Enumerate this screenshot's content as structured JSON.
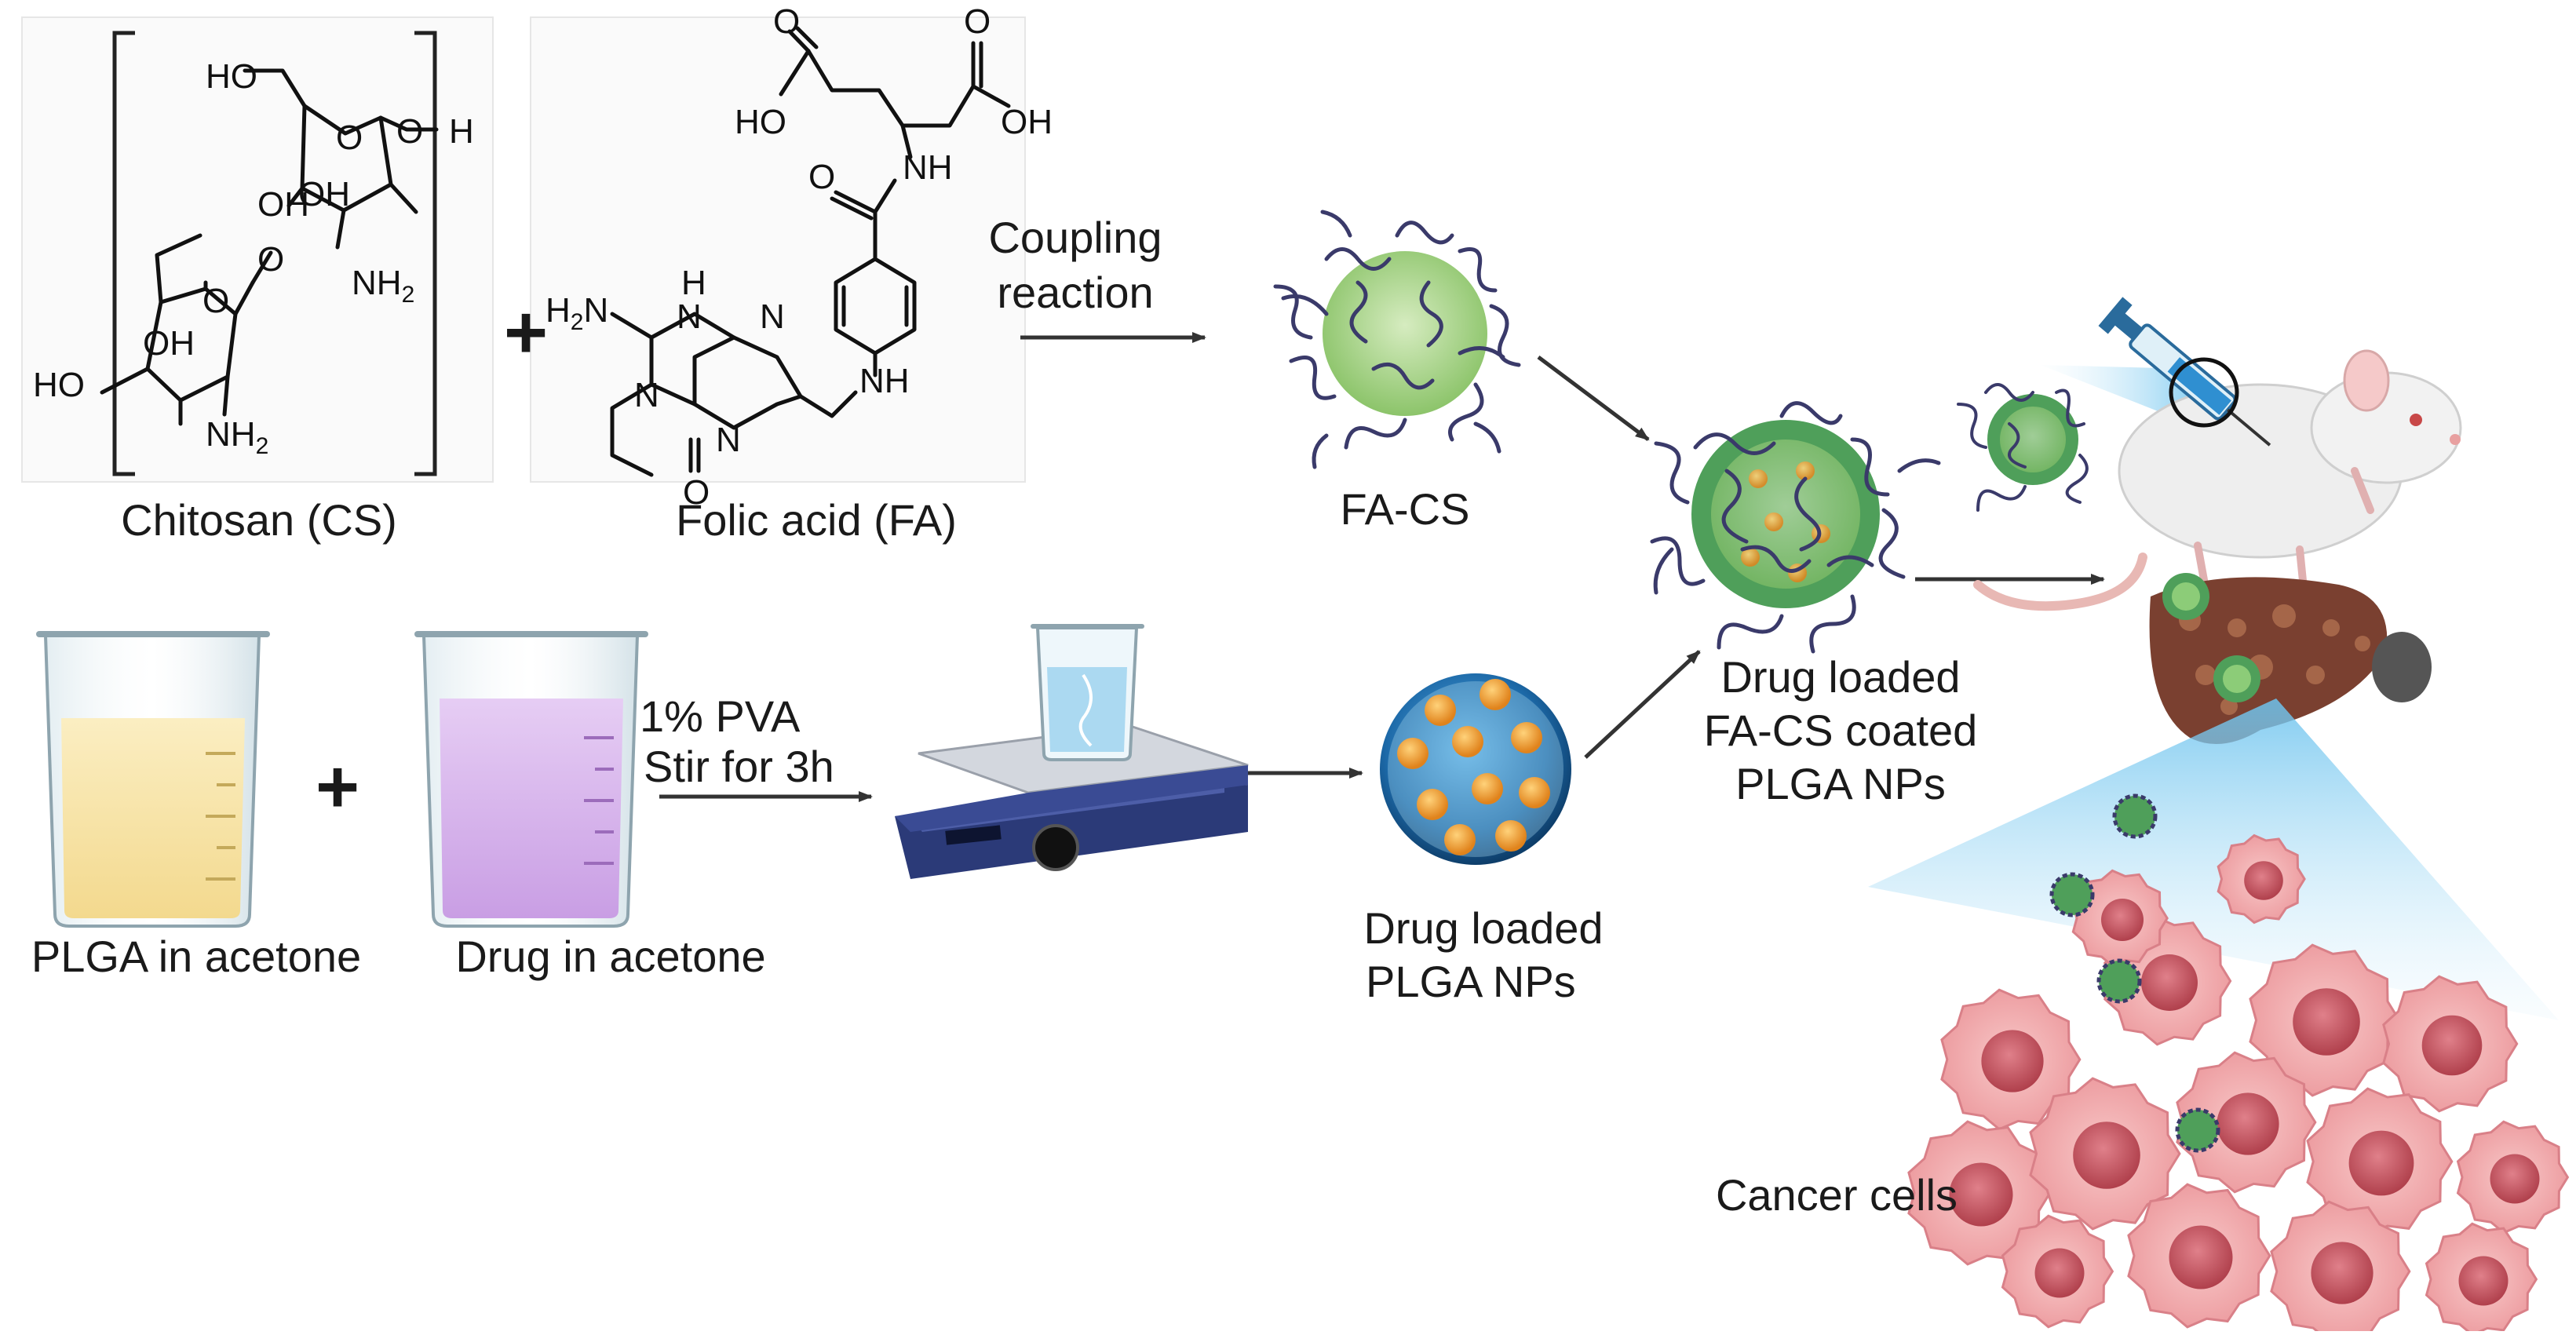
{
  "chitosan": {
    "name": "Chitosan (CS)",
    "atoms": {
      "ho_top": "HO",
      "o_ring1": "O",
      "o_h": "O",
      "h": "H",
      "oh_1": "OH",
      "oh_2": "OH",
      "o_link": "O",
      "nh2_1": "NH",
      "nh2_1_sub": "2",
      "o_ring2": "O",
      "oh_3": "OH",
      "ho_left": "HO",
      "nh2_2": "NH",
      "nh2_2_sub": "2"
    }
  },
  "plus_top": "+",
  "folic_acid": {
    "name": "Folic acid (FA)",
    "atoms": {
      "o_1": "O",
      "o_2": "O",
      "ho": "HO",
      "oh": "OH",
      "nh_amide": "NH",
      "o_amide": "O",
      "h_n1": "H",
      "n_1": "N",
      "n_2": "N",
      "h2n": "H",
      "h2n_sub": "2",
      "h2n_n": "N",
      "n_3": "N",
      "n_4": "N",
      "nh_link": "NH",
      "o_keto": "O"
    }
  },
  "coupling": {
    "line1": "Coupling",
    "line2": "reaction"
  },
  "fa_cs": "FA-CS",
  "plga_acetone": "PLGA in acetone",
  "drug_acetone": "Drug in acetone",
  "plus_bottom": "+",
  "pva": {
    "line1": "1% PVA",
    "line2": "Stir for 3h"
  },
  "drug_plga": {
    "line1": "Drug loaded",
    "line2": "PLGA NPs"
  },
  "coated": {
    "line1": "Drug loaded",
    "line2": "FA-CS coated",
    "line3": "PLGA NPs"
  },
  "cancer_cells": "Cancer cells",
  "colors": {
    "plga_solution": "#f7e3a6",
    "drug_solution": "#d8b4ec",
    "nanoparticle_core": "#1b5f9a",
    "drug_dot": "#f2a23a",
    "fa_cs_core": "#a9d48a",
    "polymer_chain": "#3a3a6a",
    "cancer_cell": "#f2a6a8",
    "nucleus": "#c9555c",
    "liver": "#7a4030",
    "rat": "#eeeeee",
    "beam": "#bfe4f7",
    "arrow": "#333333"
  }
}
